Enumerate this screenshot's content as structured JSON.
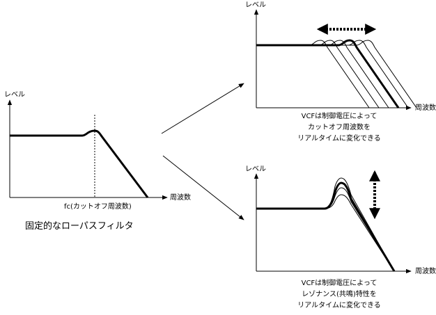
{
  "fixed_panel": {
    "y_label": "レベル",
    "x_label": "周波数",
    "fc_label": "fc(カットオフ周波数)",
    "title": "固定的なローパスフィルタ"
  },
  "cutoff_panel": {
    "y_label": "レベル",
    "x_label": "周波数",
    "caption_lines": [
      "VCFは制御電圧によって",
      "カットオフ周波数を",
      "リアルタイムに変化できる"
    ]
  },
  "resonance_panel": {
    "y_label": "レベル",
    "x_label": "周波数",
    "caption_lines": [
      "VCFは制御電圧によって",
      "レゾナンス(共鳴)特性を",
      "リアルタイムに変化できる"
    ]
  },
  "colors": {
    "ink": "#000000",
    "background": "#ffffff"
  }
}
